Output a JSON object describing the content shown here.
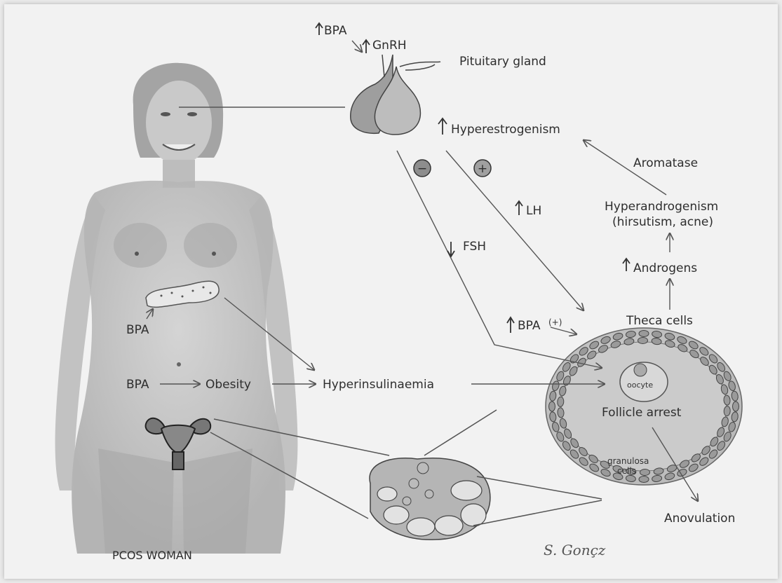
{
  "labels": {
    "bpa_top": "BPA",
    "gnrh": "GnRH",
    "pituitary": "Pituitary gland",
    "hyperestrogenism": "Hyperestrogenism",
    "aromatase": "Aromatase",
    "minus": "−",
    "plus": "+",
    "lh": "LH",
    "fsh": "FSH",
    "hyperandrogenism_1": "Hyperandrogenism",
    "hyperandrogenism_2": "(hirsutism, acne)",
    "androgens": "Androgens",
    "theca": "Theca cells",
    "bpa_follicle": "BPA",
    "bpa_follicle_sign": "(+)",
    "bpa_pancreas": "BPA",
    "bpa_obesity": "BPA",
    "obesity": "Obesity",
    "hyperinsulinaemia": "Hyperinsulinaemia",
    "oocyte": "oocyte",
    "follicle_arrest": "Follicle arrest",
    "granulosa_1": "granulosa",
    "granulosa_2": "cells",
    "anovulation": "Anovulation",
    "pcos_woman": "PCOS WOMAN",
    "signature": "S. Gonçz"
  }
}
